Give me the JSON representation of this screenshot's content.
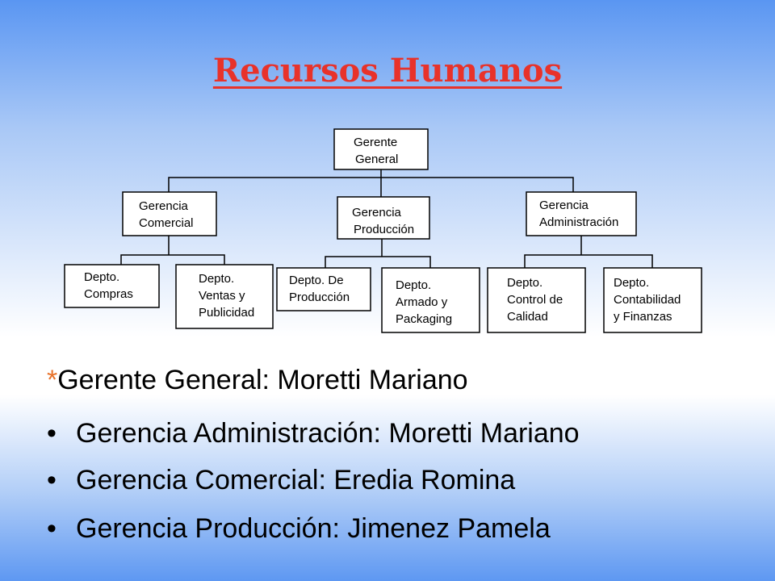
{
  "title": "Recursos Humanos",
  "org": {
    "gerente_general": [
      "Gerente",
      "General"
    ],
    "comercial": [
      "Gerencia",
      "Comercial"
    ],
    "produccion": [
      "Gerencia",
      "Producción"
    ],
    "administracion": [
      "Gerencia",
      "Administración"
    ],
    "compras": [
      "Depto.",
      "Compras"
    ],
    "ventas": [
      "Depto.",
      "Ventas y",
      "Publicidad"
    ],
    "depto_produccion": [
      "Depto. De",
      "Producción"
    ],
    "armado": [
      "Depto.",
      "Armado y",
      "Packaging"
    ],
    "calidad": [
      "Depto.",
      "Control de",
      "Calidad"
    ],
    "contabilidad": [
      "Depto.",
      "Contabilidad",
      "y Finanzas"
    ]
  },
  "list": {
    "marker": "*",
    "bullet": "•",
    "items": [
      "Gerente General: Moretti Mariano",
      "Gerencia Administración: Moretti Mariano",
      "Gerencia Comercial: Eredia Romina",
      "Gerencia Producción: Jimenez Pamela"
    ]
  }
}
